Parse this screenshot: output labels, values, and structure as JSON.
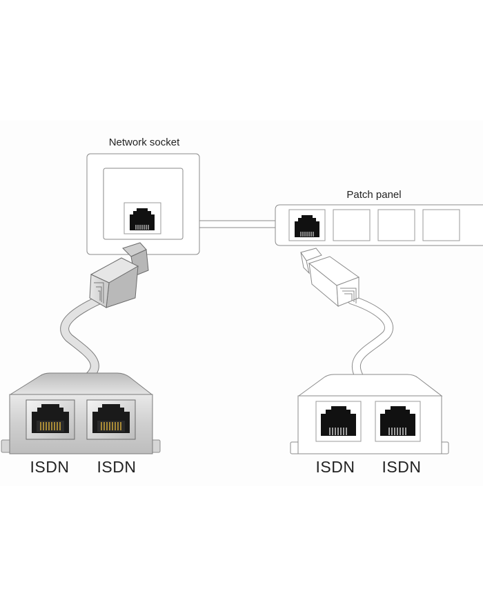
{
  "diagram": {
    "labels": {
      "network_socket": "Network socket",
      "patch_panel": "Patch panel"
    },
    "left_splitter": {
      "style": "shaded",
      "ports": [
        {
          "label": "ISDN"
        },
        {
          "label": "ISDN"
        }
      ]
    },
    "right_splitter": {
      "style": "outline",
      "ports": [
        {
          "label": "ISDN"
        },
        {
          "label": "ISDN"
        }
      ]
    },
    "patch_panel": {
      "port_count": 4,
      "occupied_ports": 1
    },
    "colors": {
      "outline": "#8a8a8a",
      "jack": "#111111",
      "gold_pins": "#c9a23a",
      "shaded_body": "#d4d4d4",
      "cable_fill": "#e6e6e6"
    }
  }
}
